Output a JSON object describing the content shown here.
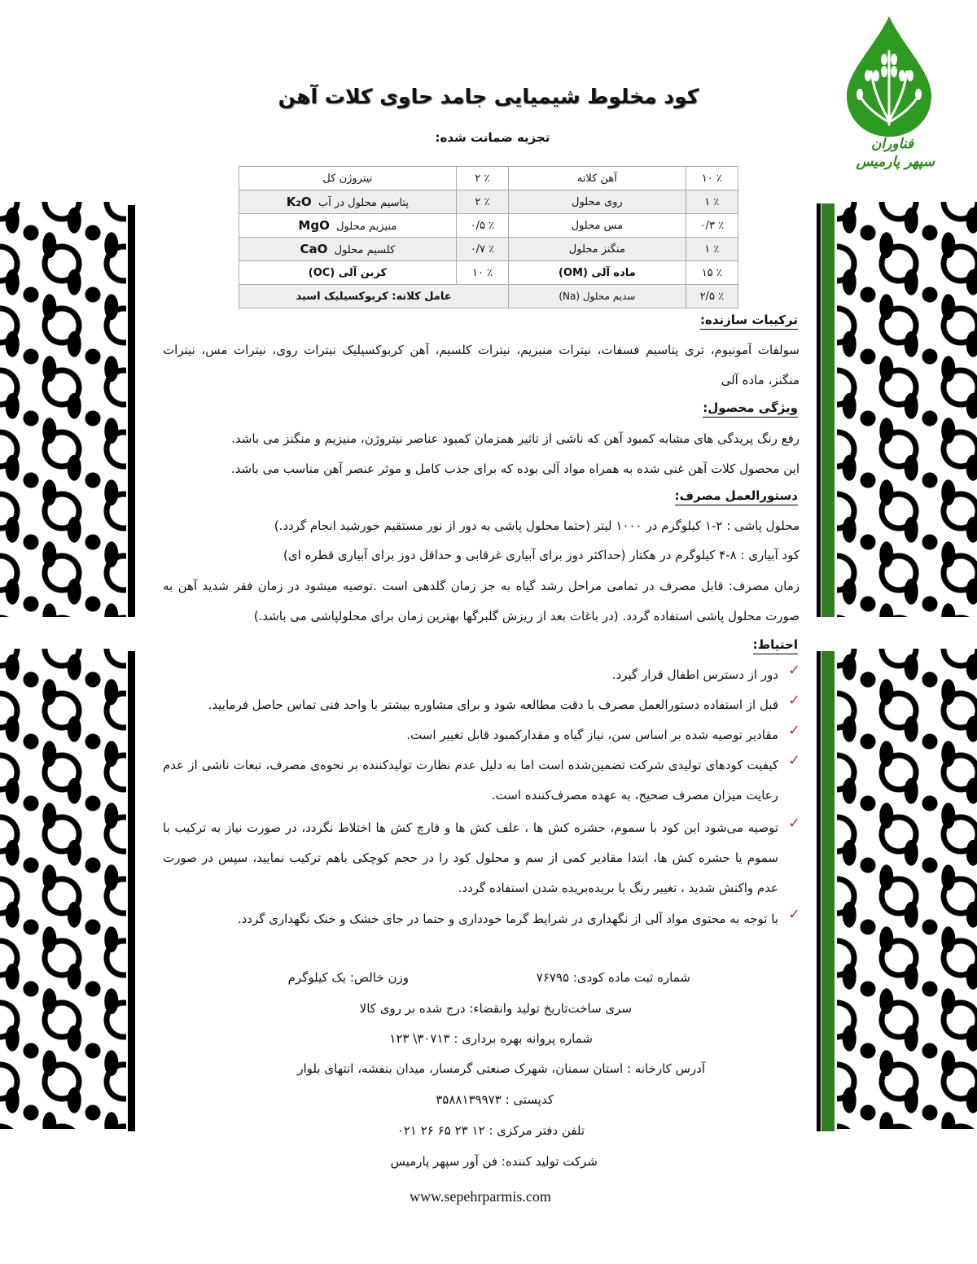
{
  "header": {
    "title": "کود مخلوط شیمیایی جامد حاوی کلات آهن",
    "subtitle": "تجزیه ضمانت شده:",
    "brand_line1": "فناوران",
    "brand_line2": "سپهر پارمیس"
  },
  "analysis": {
    "rows": [
      {
        "label_r": "نیتروژن کل",
        "val_r": "٪ ۲",
        "label_l": "آهن کلاته",
        "val_l": "٪ ۱۰"
      },
      {
        "label_r": "پتاسیم محلول در آب",
        "formula_r": "K₂O",
        "val_r": "٪ ۲",
        "label_l": "روی محلول",
        "val_l": "٪ ۱"
      },
      {
        "label_r": "منیزیم محلول",
        "formula_r": "MgO",
        "val_r": "٪ ۰/۵",
        "label_l": "مس محلول",
        "val_l": "٪ ۰/۳"
      },
      {
        "label_r": "کلسیم محلول",
        "formula_r": "CaO",
        "val_r": "٪ ۰/۷",
        "label_l": "منگنز محلول",
        "val_l": "٪ ۱"
      },
      {
        "label_r": "کربن آلی (OC)",
        "val_r": "٪ ۱۰",
        "label_l": "ماده آلی (OM)",
        "val_l": "٪ ۱۵"
      },
      {
        "label_r": "عامل کلاته: کربوکسیلیک اسید",
        "label_l": "سدیم محلول (Na)",
        "val_l": "٪ ۲/۵"
      }
    ]
  },
  "components": {
    "heading": "ترکیبات سازنده:",
    "text": "سولفات آمونیوم، تری پتاسیم فسفات، نیترات منیزیم، نیترات کلسیم، آهن کربوکسیلیک نیترات روی، نیترات مس، نیترات منگنز، ماده آلی"
  },
  "features": {
    "heading": "ویژگی محصول:",
    "line1": "رفع رنگ پریدگی های مشابه کمبود آهن که ناشی از تاثیر همزمان کمبود عناصر نیتروژن، منیزیم و منگنز می باشد.",
    "line2": "این محصول کلات آهن غنی شده به همراه مواد آلی بوده که برای جذب کامل و موثر عنصر آهن مناسب می باشد."
  },
  "usage": {
    "heading": "دستورالعمل مصرف:",
    "spray": "محلول پاشی : ۲-۱ کیلوگرم در ۱۰۰۰ لیتر (حتما محلول پاشی به دور از نور مستقیم خورشید انجام گردد.)",
    "irrigation": "کود آبیاری : ۸-۴ کیلوگرم در هکتار (حداکثر دوز برای آبیاری غرقابی و حداقل دوز برای آبیاری قطره ای)",
    "timing": "زمان مصرف: قابل مصرف در تمامی مراحل رشد گیاه به جز زمان گلدهی است .توصیه میشود در زمان فقر شدید آهن به صورت محلول پاشی استفاده گردد. (در باغات بعد از ریزش گلبرگها بهترین زمان برای محلولپاشی می باشد.)"
  },
  "caution": {
    "heading": "احتیاط:",
    "items": [
      "دور از دسترس اطفال قرار گیرد.",
      "قبل از استفاده دستورالعمل مصرف با دقت مطالعه شود و برای مشاوره بیشتر با واحد فنی تماس حاصل فرمایید.",
      "مقادیر توصیه شده بر اساس سن، نیاز گیاه و مقدارکمبود قابل تغییر است.",
      "کیفیت کودهای تولیدی شرکت تضمین‌شده است اما به دلیل عدم نظارت تولیدکننده بر نحوه‌ی مصرف، تبعات ناشی از عدم رعایت میزان مصرف صحیح، به عهده مصرف‌کننده است.",
      "توصیه می‌شود این کود با سموم، حشره کش ها ، علف کش ها و قارچ کش ها اختلاط نگردد، در صورت نیاز به ترکیب با سموم یا حشره کش ها، ابتدا مقادیر کمی از سم و محلول کود را در حجم کوچکی باهم ترکیب نمایید، سپس در صورت عدم واکنش شدید ، تغییر رنگ یا بریده‌بریده شدن استفاده گردد.",
      "با توجه به محتوی مواد آلی از نگهداری در شرایط گرما خودداری و حتما در جای خشک و خنک نگهداری گردد."
    ]
  },
  "info": {
    "registration": "شماره ثبت ماده کودی:      ۷۶۷۹۵",
    "net_weight": "وزن خالص: یک کیلوگرم",
    "batch": "سری ساخت‌تاریخ تولید وانقضاء: درج شده بر روی کالا",
    "license": "شماره پروانه بهره برداری : ۳۰۷۱۳\\ ۱۲۳",
    "address": "آدرس کارخانه :  استان سمنان، شهرک صنعتی گرمسار، میدان بنفشه، انتهای بلوار",
    "postal": "کدپستی : ۳۵۸۸۱۳۹۹۷۳",
    "phone": "تلفن دفتر مرکزی : ۱۲ ۲۳ ۶۵ ۲۶ ۰۲۱",
    "producer": "شرکت تولید کننده: فن آور سپهر پارمیس",
    "website": "www.sepehrparmis.com"
  },
  "colors": {
    "brand_green": "#2f8a1e",
    "bar_green": "#2e7d1f",
    "check_red": "#c0392b"
  }
}
